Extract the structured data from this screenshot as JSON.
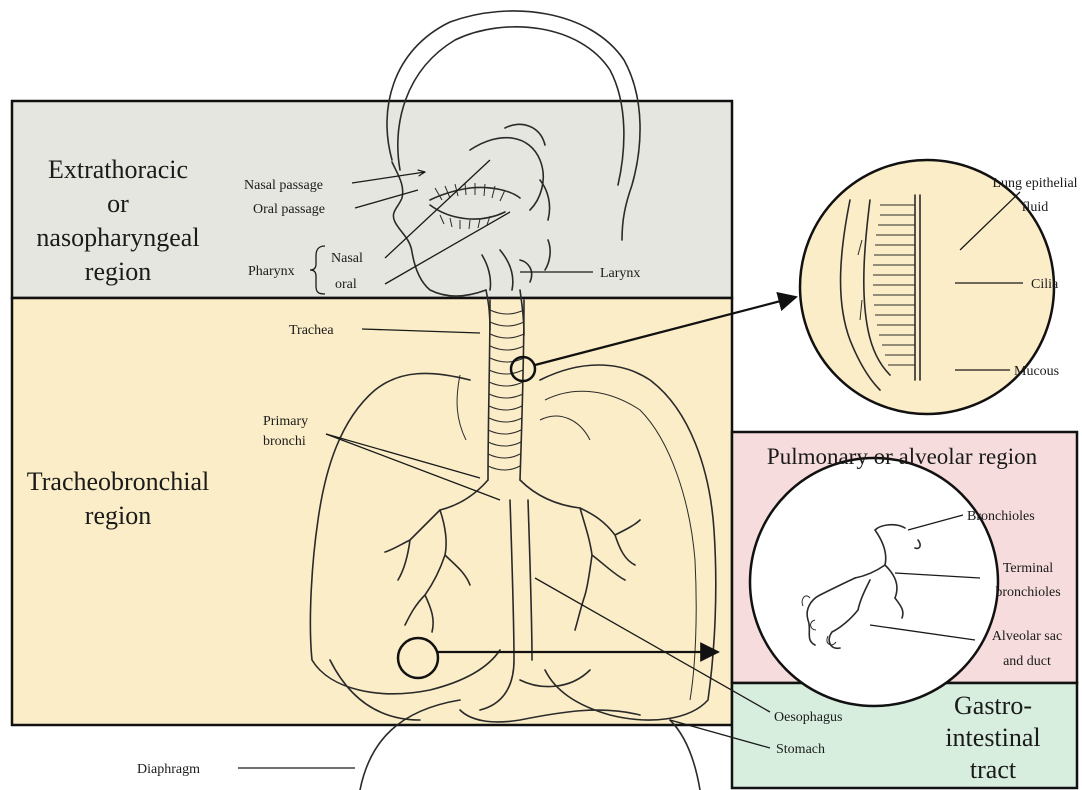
{
  "colors": {
    "extrathoracic_bg": "#e6e6e0",
    "tracheobronchial_bg": "#fbedc7",
    "pulmonary_bg": "#f6dcdc",
    "gastrointestinal_bg": "#d7eedf",
    "circle_fill": "#fbedc7"
  },
  "regions": {
    "extrathoracic": [
      "Extrathoracic",
      "or",
      "nasopharyngeal",
      "region"
    ],
    "tracheobronchial": [
      "Tracheobronchial",
      "region"
    ],
    "pulmonary": "Pulmonary or alveolar region",
    "gastrointestinal": [
      "Gastro-",
      "intestinal",
      "tract"
    ]
  },
  "labels": {
    "nasal_passage": "Nasal passage",
    "oral_passage": "Oral passage",
    "pharynx": "Pharynx",
    "nasal": "Nasal",
    "oral": "oral",
    "larynx": "Larynx",
    "trachea": "Trachea",
    "primary_bronchi": [
      "Primary",
      "bronchi"
    ],
    "lung_epithelial_fluid": [
      "Lung epithelial",
      "fluid"
    ],
    "cilia": "Cilia",
    "mucous": "Mucous",
    "bronchioles": "Bronchioles",
    "terminal_bronchioles": [
      "Terminal",
      "bronchioles"
    ],
    "alveolar_sac": [
      "Alveolar sac",
      "and duct"
    ],
    "oesophagus": "Oesophagus",
    "stomach": "Stomach",
    "diaphragm": "Diaphragm"
  }
}
